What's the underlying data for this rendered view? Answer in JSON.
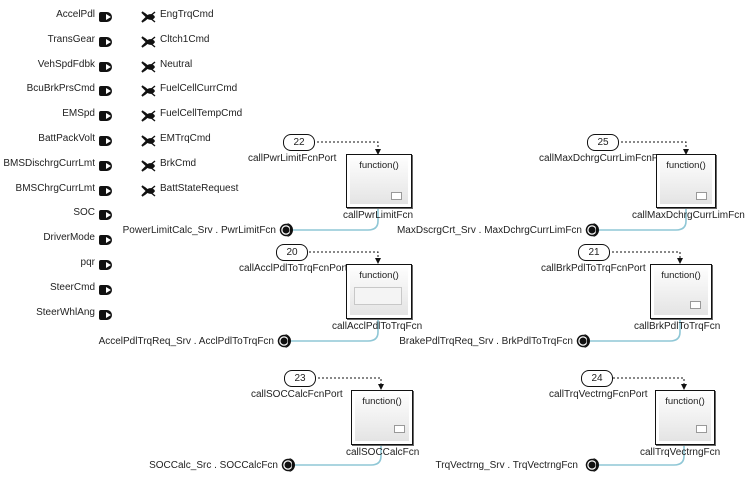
{
  "inports": [
    {
      "label": "AccelPdl"
    },
    {
      "label": "TransGear"
    },
    {
      "label": "VehSpdFdbk"
    },
    {
      "label": "BcuBrkPrsCmd"
    },
    {
      "label": "EMSpd"
    },
    {
      "label": "BattPackVolt"
    },
    {
      "label": "BMSDischrgCurrLmt"
    },
    {
      "label": "BMSChrgCurrLmt"
    },
    {
      "label": "SOC"
    },
    {
      "label": "DriverMode"
    },
    {
      "label": "pqr"
    },
    {
      "label": "SteerCmd"
    },
    {
      "label": "SteerWhlAng"
    }
  ],
  "outports": [
    {
      "label": "EngTrqCmd"
    },
    {
      "label": "Cltch1Cmd"
    },
    {
      "label": "Neutral"
    },
    {
      "label": "FuelCellCurrCmd"
    },
    {
      "label": "FuelCellTempCmd"
    },
    {
      "label": "EMTrqCmd"
    },
    {
      "label": "BrkCmd"
    },
    {
      "label": "BattStateRequest"
    }
  ],
  "subsystems": [
    {
      "number": "22",
      "port_label": "callPwrLimitFcnPort",
      "function_label": "function()",
      "block_name": "callPwrLimitFcn",
      "server_label": "PowerLimitCalc_Srv . PwrLimitFcn"
    },
    {
      "number": "25",
      "port_label": "callMaxDchrgCurrLimFcnPort",
      "function_label": "function()",
      "block_name": "callMaxDchrgCurrLimFcn",
      "server_label": "MaxDscrgCrt_Srv . MaxDchrgCurrLimFcn"
    },
    {
      "number": "20",
      "port_label": "callAcclPdlToTrqFcnPort",
      "function_label": "function()",
      "block_name": "callAcclPdlToTrqFcn",
      "server_label": "AccelPdlTrqReq_Srv . AcclPdlToTrqFcn"
    },
    {
      "number": "21",
      "port_label": "callBrkPdlToTrqFcnPort",
      "function_label": "function()",
      "block_name": "callBrkPdlToTrqFcn",
      "server_label": "BrakePdlTrqReq_Srv . BrkPdlToTrqFcn"
    },
    {
      "number": "23",
      "port_label": "callSOCCalcFcnPort",
      "function_label": "function()",
      "block_name": "callSOCCalcFcn",
      "server_label": "SOCCalc_Src . SOCCalcFcn"
    },
    {
      "number": "24",
      "port_label": "callTrqVectrngFcnPort",
      "function_label": "function()",
      "block_name": "callTrqVectrngFcn",
      "server_label": "TrqVectrng_Srv . TrqVectrngFcn"
    }
  ],
  "colors": {
    "wire": "#8fc7d6",
    "block_border": "#111111"
  }
}
